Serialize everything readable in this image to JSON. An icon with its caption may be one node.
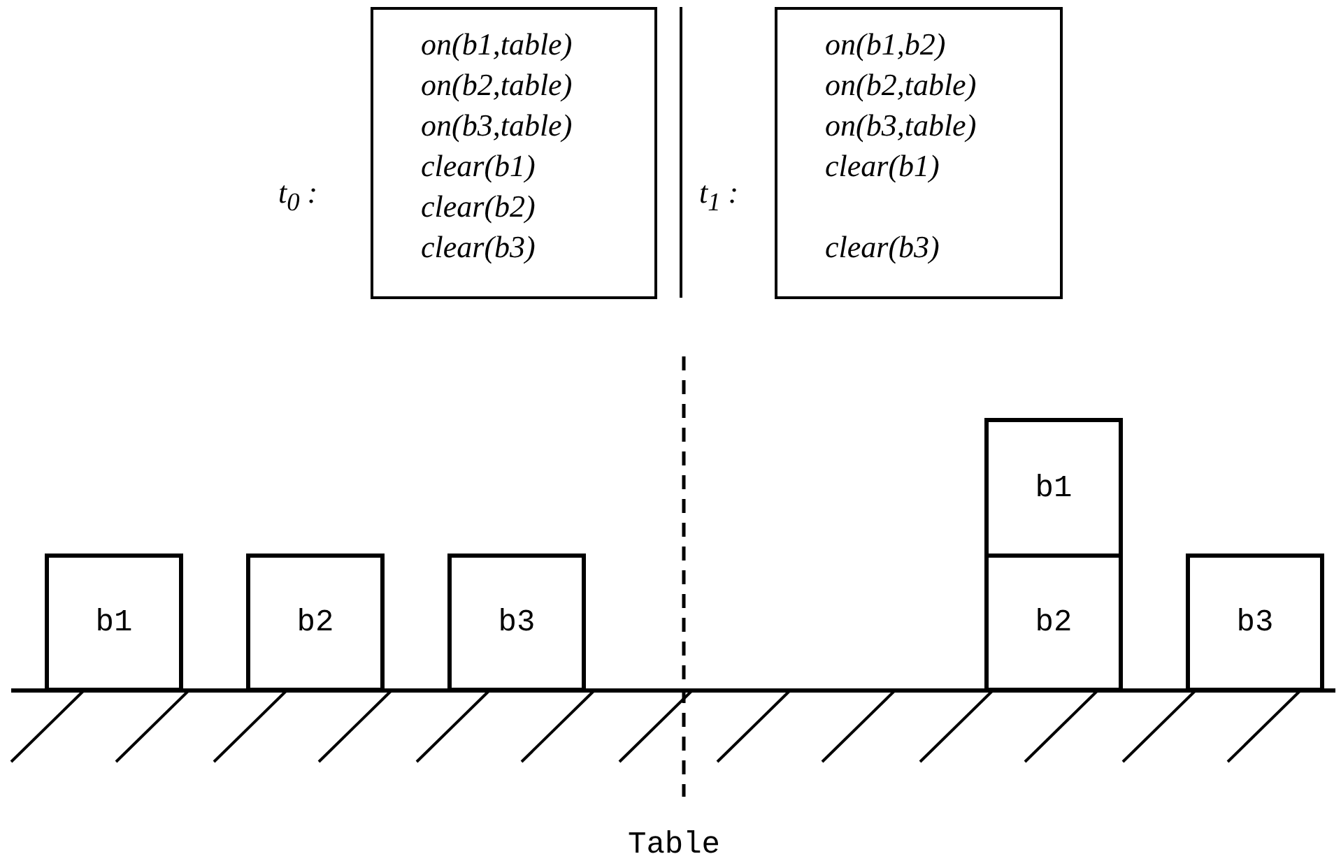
{
  "diagram": {
    "nodes": [
      {
        "text": [
          "on(b1,table)",
          "on(b2,table)",
          "on(b3,table)",
          "clear(b1)",
          "clear(b2)",
          "clear(b3)"
        ],
        "beside": [
          "t$_{0}$ :"
        ]
      },
      {
        "text": [
          "on(b1,b2)",
          "on(b2,table)",
          "on(b3,table)",
          "clear(b1)",
          "clear(b3)"
        ],
        "beside": [
          "t$_{1}$ :"
        ]
      },
      {
        "text": [
          "b1"
        ]
      },
      {
        "text": [
          "b2"
        ]
      },
      {
        "text": [
          "b3"
        ]
      },
      {
        "text": [
          "b1"
        ]
      },
      {
        "text": [
          "b2"
        ]
      },
      {
        "text": [
          "b3"
        ]
      }
    ],
    "edges": [],
    "labels": [
      "Table"
    ]
  }
}
